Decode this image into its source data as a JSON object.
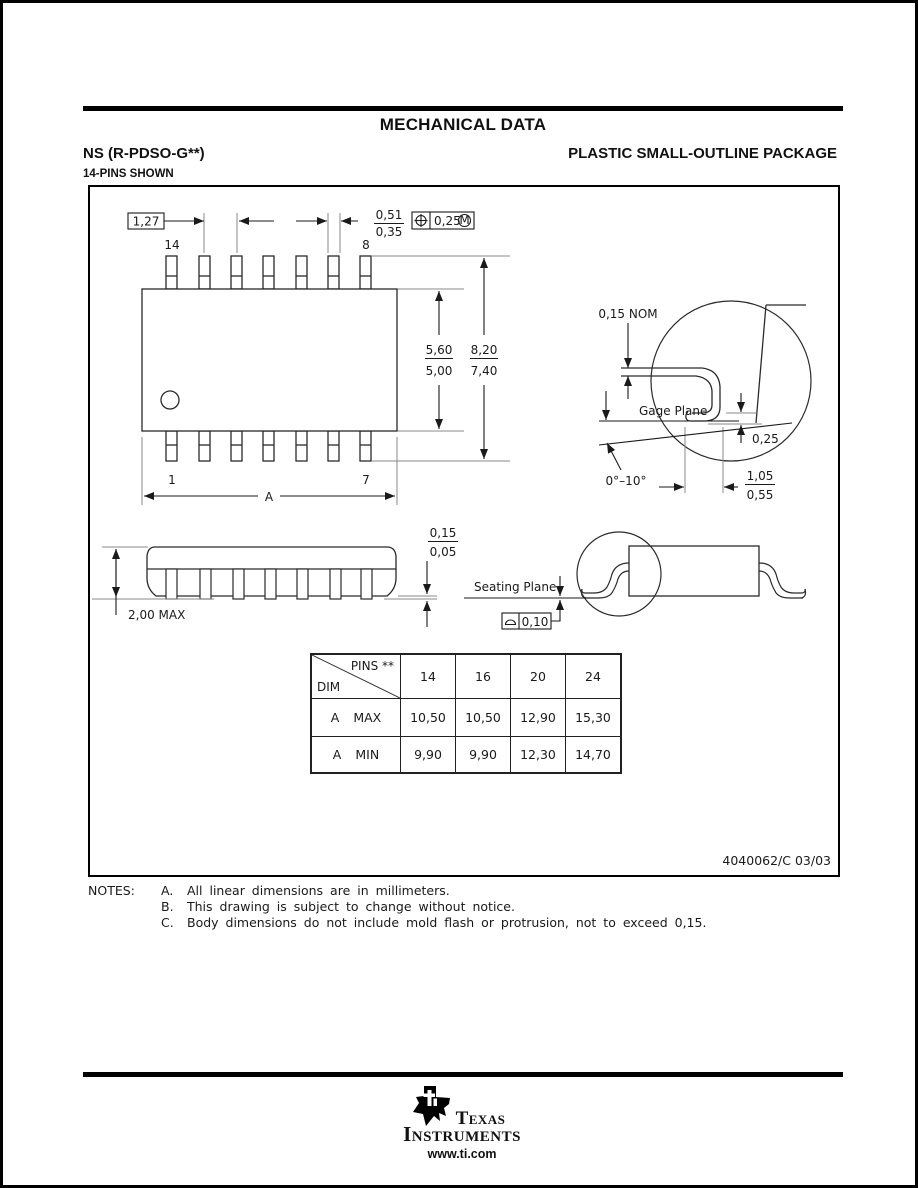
{
  "header": {
    "title": "MECHANICAL DATA",
    "package_code": "NS (R-PDSO-G**)",
    "package_type": "PLASTIC SMALL-OUTLINE PACKAGE",
    "pins_shown": "14-PINS SHOWN"
  },
  "top_view": {
    "pin_pitch": "1,27",
    "lead_width_max": "0,51",
    "lead_width_min": "0,35",
    "position_tolerance": "0,25",
    "tolerance_modifier": "M",
    "pin_top_left": "14",
    "pin_top_right": "8",
    "pin_bottom_left": "1",
    "pin_bottom_right": "7",
    "body_width_max": "5,60",
    "body_width_min": "5,00",
    "overall_width_max": "8,20",
    "overall_width_min": "7,40",
    "length_label": "A"
  },
  "side_view": {
    "standoff_max": "0,15",
    "standoff_min": "0,05",
    "max_height": "2,00 MAX"
  },
  "gage_detail": {
    "lead_thickness": "0,15 NOM",
    "gage_plane_label": "Gage Plane",
    "lead_radius": "0,25",
    "lead_angle": "0°–10°",
    "foot_length_max": "1,05",
    "foot_length_min": "0,55"
  },
  "seating_detail": {
    "seating_plane_label": "Seating Plane",
    "flatness_tolerance": "0,10"
  },
  "dim_table": {
    "corner_top_label": "PINS **",
    "corner_bottom_label": "DIM",
    "columns": [
      "14",
      "16",
      "20",
      "24"
    ],
    "rows": [
      {
        "dim": "A",
        "bound": "MAX",
        "values": [
          "10,50",
          "10,50",
          "12,90",
          "15,30"
        ]
      },
      {
        "dim": "A",
        "bound": "MIN",
        "values": [
          "9,90",
          "9,90",
          "12,30",
          "14,70"
        ]
      }
    ]
  },
  "drawing": {
    "doc_number": "4040062/C 03/03"
  },
  "notes": {
    "label": "NOTES:",
    "items": [
      {
        "id": "A.",
        "text": "All linear dimensions are in millimeters."
      },
      {
        "id": "B.",
        "text": "This drawing is subject to change without notice."
      },
      {
        "id": "C.",
        "text": "Body dimensions do not include mold flash or protrusion, not to exceed 0,15."
      }
    ]
  },
  "footer": {
    "brand_line1": "Texas",
    "brand_line2": "Instruments",
    "website": "www.ti.com"
  }
}
